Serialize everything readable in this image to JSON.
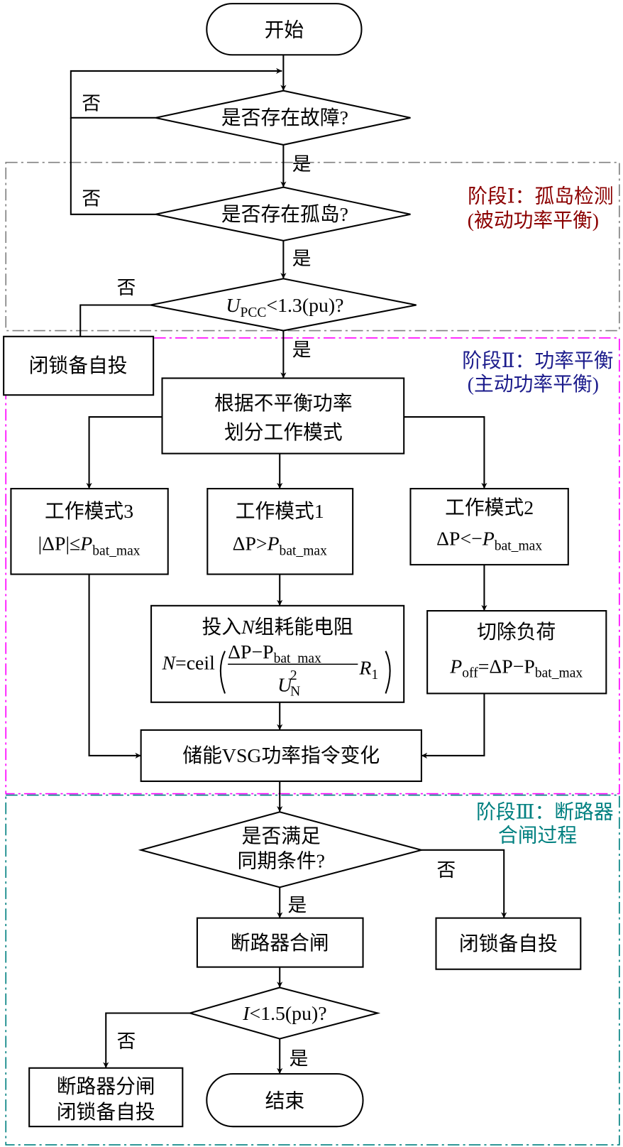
{
  "colors": {
    "stage1": "#808080",
    "stage1_text": "#8b0000",
    "stage2": "#ff00ff",
    "stage2_text": "#1c1c8c",
    "stage3": "#008080",
    "stage3_text": "#008080"
  },
  "labels": {
    "yes": "是",
    "no": "否"
  },
  "stages": {
    "stage1": {
      "line1": "阶段Ⅰ：孤岛检测",
      "line2": "(被动功率平衡)"
    },
    "stage2": {
      "line1": "阶段Ⅱ：功率平衡",
      "line2": "(主动功率平衡)"
    },
    "stage3": {
      "line1": "阶段Ⅲ：断路器",
      "line2": "合闸过程"
    }
  },
  "nodes": {
    "start": "开始",
    "fault": "是否存在故障?",
    "island": "是否存在孤岛?",
    "upcc": {
      "var": "U",
      "sub": "PCC",
      "rest": "<1.3(pu)?"
    },
    "block_auto_1": "闭锁备自投",
    "partition": {
      "line1": "根据不平衡功率",
      "line2": "划分工作模式"
    },
    "mode3": {
      "title": "工作模式3",
      "pre": "|ΔP|≤",
      "var": "P",
      "sub": "bat_max"
    },
    "mode1": {
      "title": "工作模式1",
      "pre": "ΔP>",
      "var": "P",
      "sub": "bat_max"
    },
    "mode2": {
      "title": "工作模式2",
      "pre": "ΔP<−",
      "var": "P",
      "sub": "bat_max"
    },
    "resistor": {
      "title_pre": "投入",
      "title_var": "N",
      "title_post": "组耗能电阻",
      "lhs": "N",
      "func": "=ceil",
      "num_pre": "ΔP−P",
      "num_sub": "bat_max",
      "den_var": "U",
      "den_sub": "N",
      "den_sup": "2",
      "r_var": "R",
      "r_sub": "1"
    },
    "shed": {
      "title": "切除负荷",
      "var": "P",
      "sub": "off",
      "mid": "=ΔP−P",
      "sub2": "bat_max"
    },
    "vsg": "储能VSG功率指令变化",
    "sync": {
      "line1": "是否满足",
      "line2": "同期条件?"
    },
    "close": "断路器合闸",
    "block_auto_2": "闭锁备自投",
    "current": {
      "var": "I",
      "rest": "<1.5(pu)?"
    },
    "trip": {
      "line1": "断路器分闸",
      "line2": "闭锁备自投"
    },
    "end": "结束"
  }
}
